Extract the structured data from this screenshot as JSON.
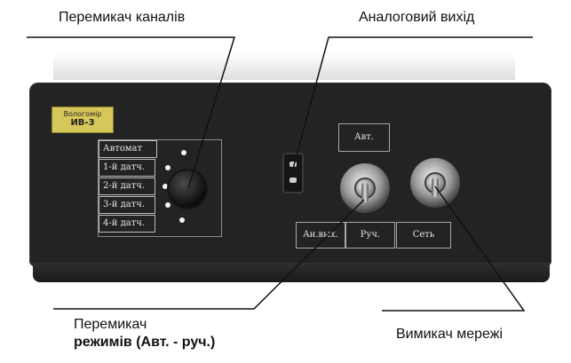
{
  "callouts": {
    "channel_switch": "Перемикач каналів",
    "analog_output": "Аналоговий вихід",
    "mode_switch_line1": "Перемикач",
    "mode_switch_line2": "режимів (Авт. - руч.)",
    "power_switch": "Вимикач мережі"
  },
  "device": {
    "label_plate": {
      "line1": "Вологомір",
      "model": "ИВ-3"
    },
    "channels": [
      {
        "label": "Автомат"
      },
      {
        "label": "1-й датч."
      },
      {
        "label": "2-й датч."
      },
      {
        "label": "3-й датч."
      },
      {
        "label": "4-й датч."
      }
    ],
    "buttons": {
      "auto": "Авт.",
      "analog_out": "Ан.вых.",
      "manual": "Руч.",
      "mains": "Сеть"
    }
  },
  "colors": {
    "device_body": "#232323",
    "label_plate": "#d6c75a",
    "text": "#111111"
  }
}
